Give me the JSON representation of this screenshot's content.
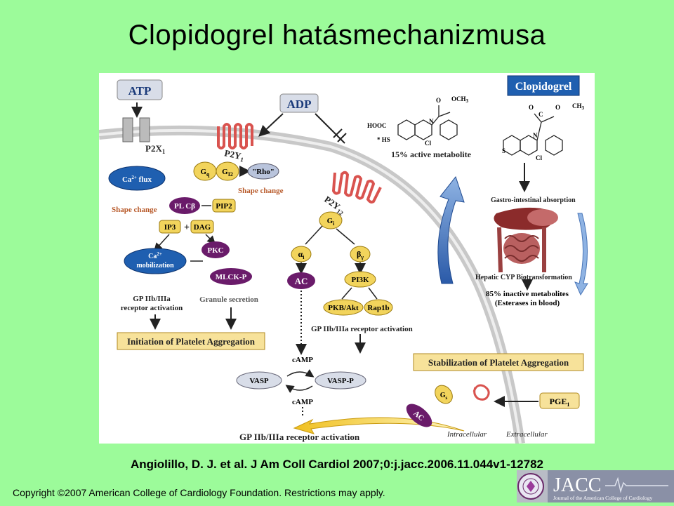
{
  "title": "Clopidogrel hatásmechanizmusa",
  "citation": "Angiolillo, D. J. et al. J Am Coll Cardiol 2007;0:j.jacc.2006.11.044v1-12782",
  "copyright": "Copyright ©2007 American College of Cardiology Foundation. Restrictions may apply.",
  "journal_logo": "JACC",
  "journal_subtitle": "Journal of the American College of Cardiology",
  "colors": {
    "background": "#9cfb9a",
    "membrane": "#c8c8c8",
    "receptor": "#d9534f",
    "oval_blue": "#1f5fb0",
    "oval_purple": "#6a1b6a",
    "oval_yellow": "#f2d45c",
    "box_yellow": "#f7e29a"
  },
  "diagram": {
    "atp": "ATP",
    "adp": "ADP",
    "clopidogrel": "Clopidogrel",
    "active_metabolite": "15% active metabolite",
    "p2x1": "P2X",
    "p2x1_sub": "1",
    "p2y1": "P2Y",
    "p2y1_sub": "1",
    "p2y12": "P2Y",
    "p2y12_sub": "12",
    "gq": "G",
    "gq_sub": "q",
    "gi2": "G",
    "gi2_sub": "I2",
    "gi": "G",
    "gi_sub": "i",
    "rho": "\"Rho\"",
    "shape_change_1": "Shape change",
    "shape_change_2": "Shape change",
    "ca_flux": "Ca",
    "ca_flux_sup": "2+",
    "ca_flux_rest": " flux",
    "plcb": "PL Cβ",
    "pip2": "PIP2",
    "ip3": "IP3",
    "plus": "+",
    "dag": "DAG",
    "pkc": "PKC",
    "ca_mob": "Ca",
    "ca_mob_sup": "2+",
    "ca_mob_rest": "mobilization",
    "mlck": "MLCK-P",
    "gp_act_1": "GP IIb/IIIa",
    "gp_act_2": "receptor activation",
    "granule": "Granule secretion",
    "alpha": "α",
    "alpha_sub": "i",
    "beta": "β",
    "beta_sub": "γ",
    "ac": "AC",
    "pi3k": "PI3K",
    "pkb": "PKB/Akt",
    "rap1b": "Rap1b",
    "gp_act_right": "GP IIb/IIIa receptor activation",
    "initiation": "Initiation of Platelet Aggregation",
    "stabilization": "Stabilization of Platelet Aggregation",
    "camp_top": "cAMP",
    "camp_bottom": "cAMP",
    "vasp": "VASP",
    "vasp_p": "VASP-P",
    "gs": "G",
    "gs_sub": "s",
    "ac2": "AC",
    "pge1": "PGE",
    "pge1_sub": "1",
    "gp_act_bottom": "GP IIb/IIIa receptor activation",
    "intracellular": "Intracellular",
    "extracellular": "Extracellular",
    "gi_absorption": "Gastro-intestinal absorption",
    "hepatic": "Hepatic CYP Biotransformation",
    "inactive_1": "85% inactive metabolites",
    "inactive_2": "(Esterases in blood)",
    "chem_hooc": "HOOC",
    "chem_hs": "* HS",
    "chem_cl1": "Cl",
    "chem_n1": "N",
    "chem_o1": "O",
    "chem_och3": "OCH",
    "chem_och3_sub": "3",
    "chem_o2": "O",
    "chem_o3": "O",
    "chem_c": "C",
    "chem_ch3": "CH",
    "chem_ch3_sub": "3",
    "chem_n2": "N",
    "chem_s": "S",
    "chem_cl2": "Cl"
  }
}
